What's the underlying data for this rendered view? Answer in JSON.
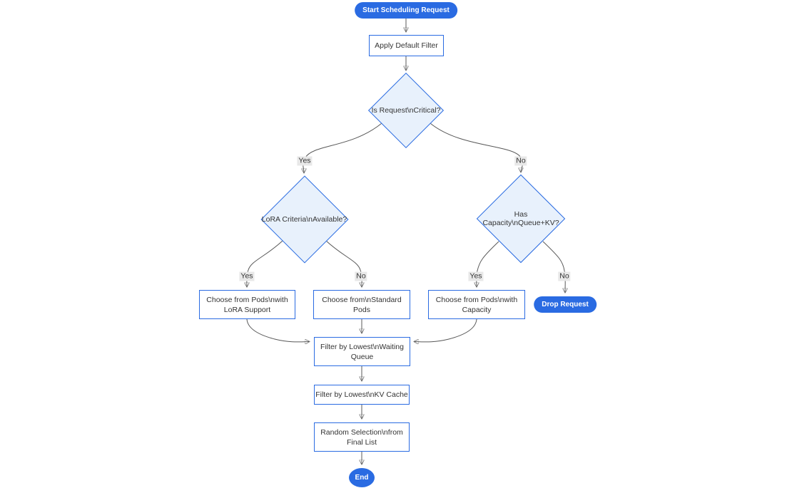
{
  "diagram": {
    "title": "Scheduling request flowchart",
    "colors": {
      "accent_blue": "#2a6be2",
      "decision_fill": "#e8f1fc",
      "process_fill": "#ffffff",
      "edge_stroke": "#585858",
      "edge_label_bg": "#e8e8e8",
      "text": "#333333",
      "pill_text": "#ffffff",
      "background": "#ffffff"
    },
    "nodes": {
      "start": {
        "type": "pill",
        "lines": [
          "Start Scheduling Request"
        ]
      },
      "apply_filter": {
        "type": "process",
        "lines": [
          "Apply Default Filter"
        ]
      },
      "is_critical": {
        "type": "decision",
        "lines": [
          "Is Request\\nCritical?"
        ]
      },
      "lora_criteria": {
        "type": "decision",
        "lines": [
          "LoRA Criteria\\nAvailable?"
        ]
      },
      "has_capacity": {
        "type": "decision",
        "lines": [
          "Has Capacity\\nQueue+KV?"
        ]
      },
      "choose_lora": {
        "type": "process",
        "lines": [
          "Choose from Pods\\nwith",
          "LoRA Support"
        ]
      },
      "choose_standard": {
        "type": "process",
        "lines": [
          "Choose from\\nStandard",
          "Pods"
        ]
      },
      "choose_capacity": {
        "type": "process",
        "lines": [
          "Choose from Pods\\nwith",
          "Capacity"
        ]
      },
      "drop_request": {
        "type": "pill",
        "lines": [
          "Drop Request"
        ]
      },
      "filter_waiting": {
        "type": "process",
        "lines": [
          "Filter by Lowest\\nWaiting",
          "Queue"
        ]
      },
      "filter_kv": {
        "type": "process",
        "lines": [
          "Filter by Lowest\\nKV Cache"
        ]
      },
      "random_selection": {
        "type": "process",
        "lines": [
          "Random Selection\\nfrom",
          "Final List"
        ]
      },
      "end": {
        "type": "pill",
        "lines": [
          "End"
        ]
      }
    },
    "edge_labels": {
      "critical_yes": "Yes",
      "critical_no": "No",
      "lora_yes": "Yes",
      "lora_no": "No",
      "capacity_yes": "Yes",
      "capacity_no": "No"
    }
  }
}
